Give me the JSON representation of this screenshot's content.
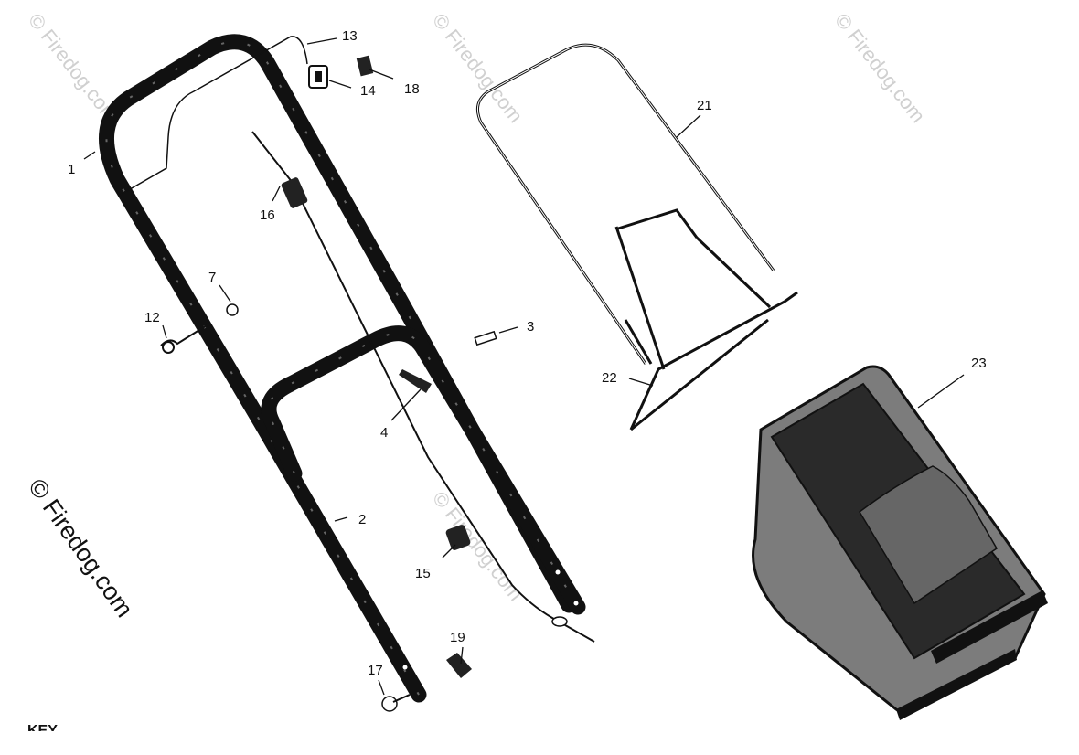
{
  "diagram": {
    "callouts": [
      {
        "id": "callout-1",
        "text": "1"
      },
      {
        "id": "callout-2",
        "text": "2"
      },
      {
        "id": "callout-3",
        "text": "3"
      },
      {
        "id": "callout-4",
        "text": "4"
      },
      {
        "id": "callout-7",
        "text": "7"
      },
      {
        "id": "callout-12",
        "text": "12"
      },
      {
        "id": "callout-13",
        "text": "13"
      },
      {
        "id": "callout-14",
        "text": "14"
      },
      {
        "id": "callout-15",
        "text": "15"
      },
      {
        "id": "callout-16",
        "text": "16"
      },
      {
        "id": "callout-17",
        "text": "17"
      },
      {
        "id": "callout-18",
        "text": "18"
      },
      {
        "id": "callout-19",
        "text": "19"
      },
      {
        "id": "callout-21",
        "text": "21"
      },
      {
        "id": "callout-22",
        "text": "22"
      },
      {
        "id": "callout-23",
        "text": "23"
      }
    ],
    "watermark": "© Firedog.com",
    "footer_fragment": "KEY"
  }
}
